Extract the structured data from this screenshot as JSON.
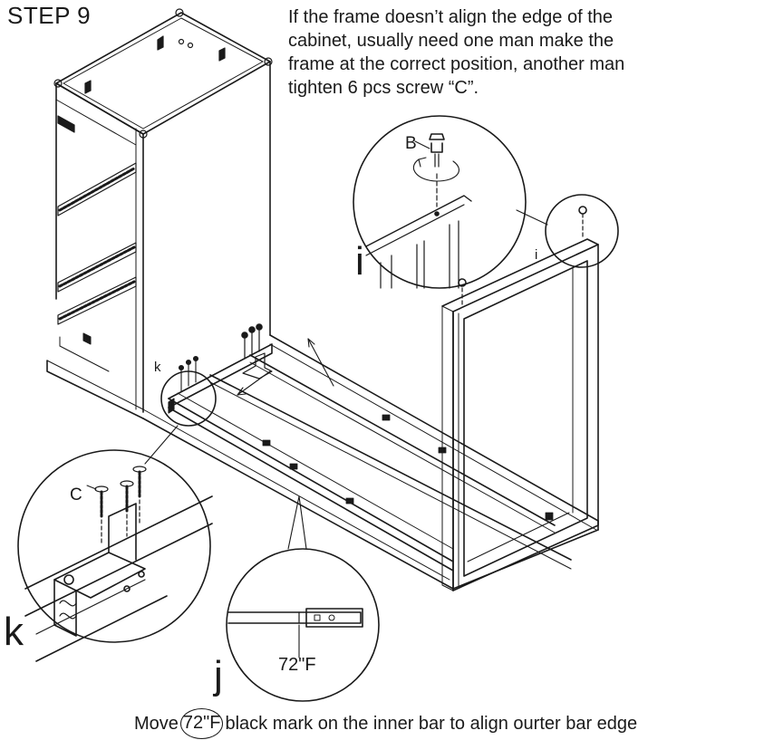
{
  "header": {
    "step": "STEP 9"
  },
  "instruction": {
    "lines": [
      "If the frame doesn’t align the edge of the",
      "cabinet, usually need one man make the",
      "frame at the correct position, another man",
      "tighten 6 pcs screw “C”."
    ]
  },
  "callouts": {
    "i_big": "i",
    "i_small": "i",
    "j_big": "j",
    "k_big": "k",
    "k_small": "k",
    "screw_b": "B",
    "screw_c": "C",
    "mark_label": "72\"F"
  },
  "caption": {
    "prefix": "Move",
    "mark": "72\"F",
    "suffix": "black mark on the inner bar to align ourter bar edge"
  },
  "colors": {
    "line": "#1a1a1a",
    "background": "#ffffff"
  }
}
